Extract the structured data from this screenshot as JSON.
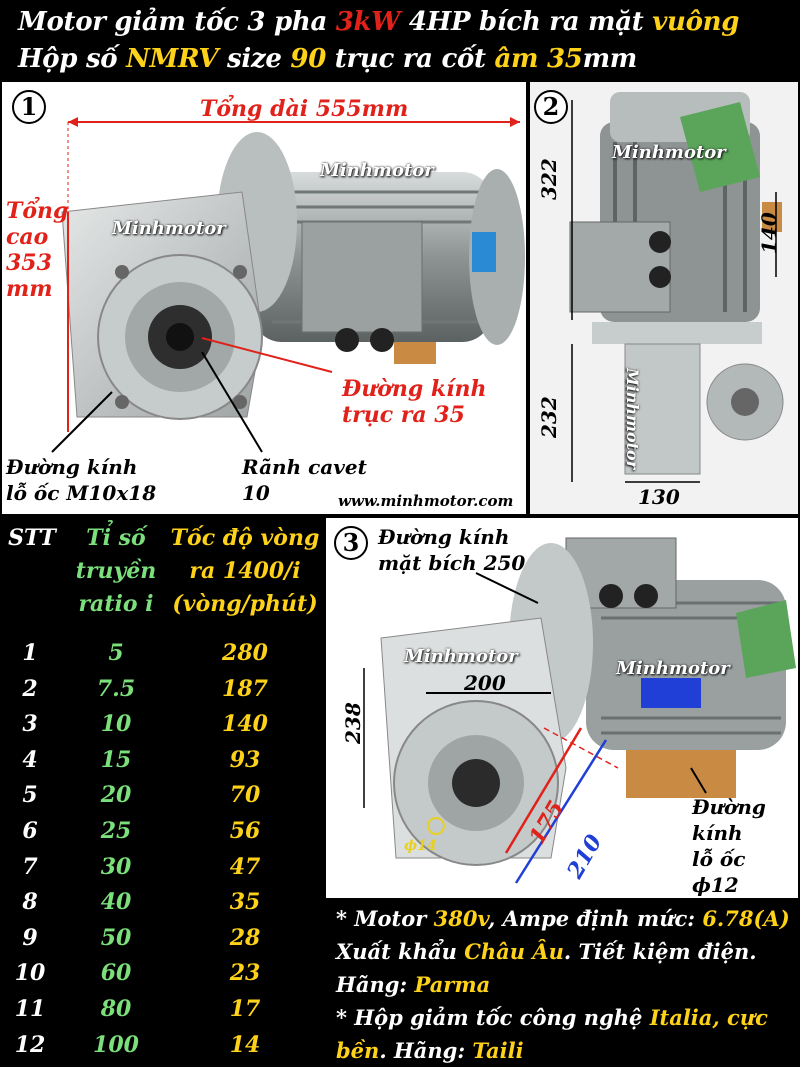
{
  "header": {
    "line1": [
      "Motor giảm tốc 3 pha ",
      "3kW",
      " 4HP bích ra mặt ",
      "vuông"
    ],
    "line2": [
      "Hộp số ",
      "NMRV",
      " size ",
      "90",
      " trục ra cốt ",
      "âm 35",
      "mm"
    ]
  },
  "panel1": {
    "number": "1",
    "total_length": "Tổng dài 555mm",
    "total_height": [
      "Tổng",
      "cao",
      "353",
      "mm"
    ],
    "shaft_diameter": [
      "Đường kính",
      "trục ra 35"
    ],
    "bolt_hole": [
      "Đường kính",
      "lỗ ốc M10x18"
    ],
    "keyway": [
      "Rãnh cavet",
      "10"
    ],
    "website": "www.minhmotor.com",
    "watermark_a": "Minhmotor",
    "watermark_b": "Minhmotor"
  },
  "panel2": {
    "number": "2",
    "height_total": "322",
    "motor_box": "140",
    "gear_height": "232",
    "width": "130",
    "watermark_a": "Minhmotor",
    "watermark_b": "Minhmotor"
  },
  "panel3": {
    "number": "3",
    "flange_diameter": [
      "Đường kính",
      "mặt bích 250"
    ],
    "height": "238",
    "dim_200": "200",
    "dim_175": "175",
    "dim_210": "210",
    "phi14": "ϕ14",
    "bolt_hole": [
      "Đường",
      "kính",
      "lỗ ốc ϕ12"
    ],
    "watermark_a": "Minhmotor",
    "watermark_b": "Minhmotor"
  },
  "table": {
    "headers": {
      "stt": "STT",
      "ratio": [
        "Tỉ số",
        "truyền",
        "ratio i"
      ],
      "speed": [
        "Tốc độ vòng",
        "ra 1400/i",
        "(vòng/phút)"
      ]
    },
    "rows": [
      {
        "stt": "1",
        "ratio": "5",
        "speed": "280"
      },
      {
        "stt": "2",
        "ratio": "7.5",
        "speed": "187"
      },
      {
        "stt": "3",
        "ratio": "10",
        "speed": "140"
      },
      {
        "stt": "4",
        "ratio": "15",
        "speed": "93"
      },
      {
        "stt": "5",
        "ratio": "20",
        "speed": "70"
      },
      {
        "stt": "6",
        "ratio": "25",
        "speed": "56"
      },
      {
        "stt": "7",
        "ratio": "30",
        "speed": "47"
      },
      {
        "stt": "8",
        "ratio": "40",
        "speed": "35"
      },
      {
        "stt": "9",
        "ratio": "50",
        "speed": "28"
      },
      {
        "stt": "10",
        "ratio": "60",
        "speed": "23"
      },
      {
        "stt": "11",
        "ratio": "80",
        "speed": "17"
      },
      {
        "stt": "12",
        "ratio": "100",
        "speed": "14"
      }
    ]
  },
  "notes": {
    "line1": [
      "* Motor ",
      "380v",
      ", Ampe định mức: ",
      "6.78(A)"
    ],
    "line2": [
      "Xuất khẩu ",
      "Châu Âu",
      ". Tiết kiệm điện."
    ],
    "line3": [
      "Hãng: ",
      "Parma"
    ],
    "line4": [
      "* Hộp giảm tốc công nghệ ",
      "Italia",
      ", cực"
    ],
    "line5": [
      "bền",
      ". Hãng: ",
      "Taili"
    ]
  },
  "colors": {
    "accent_yellow": "#ffd21a",
    "accent_red": "#e0221b",
    "accent_green": "#7be07b",
    "blue_dim": "#1f3fd6"
  }
}
